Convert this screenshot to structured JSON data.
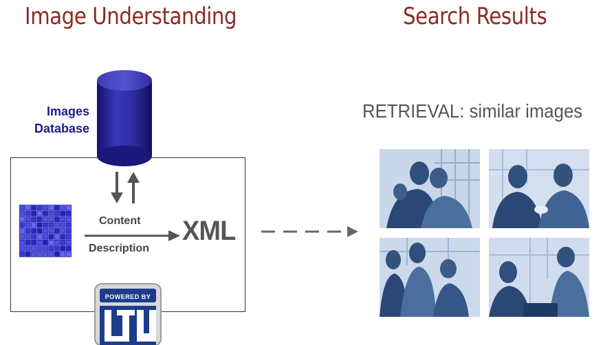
{
  "titles": {
    "left": "Image Understanding",
    "right": "Search Results"
  },
  "database": {
    "label_line1": "Images",
    "label_line2": "Database"
  },
  "process": {
    "content_label": "Content",
    "description_label": "Description",
    "output_label": "XML"
  },
  "results": {
    "heading": "RETRIEVAL: similar images",
    "photos": [
      {
        "subject": "business-people-laughing"
      },
      {
        "subject": "business-handshake"
      },
      {
        "subject": "business-team-meeting"
      },
      {
        "subject": "businessman-on-phone"
      }
    ]
  },
  "logo": {
    "powered_by": "POWERED BY",
    "brand": "LTU"
  },
  "colors": {
    "title": "#8b2b22",
    "database_blue": "#2b2a9a",
    "label_navy": "#1d1a8c",
    "arrow_gray": "#555555",
    "photo_tint": "#4a6f9e"
  }
}
